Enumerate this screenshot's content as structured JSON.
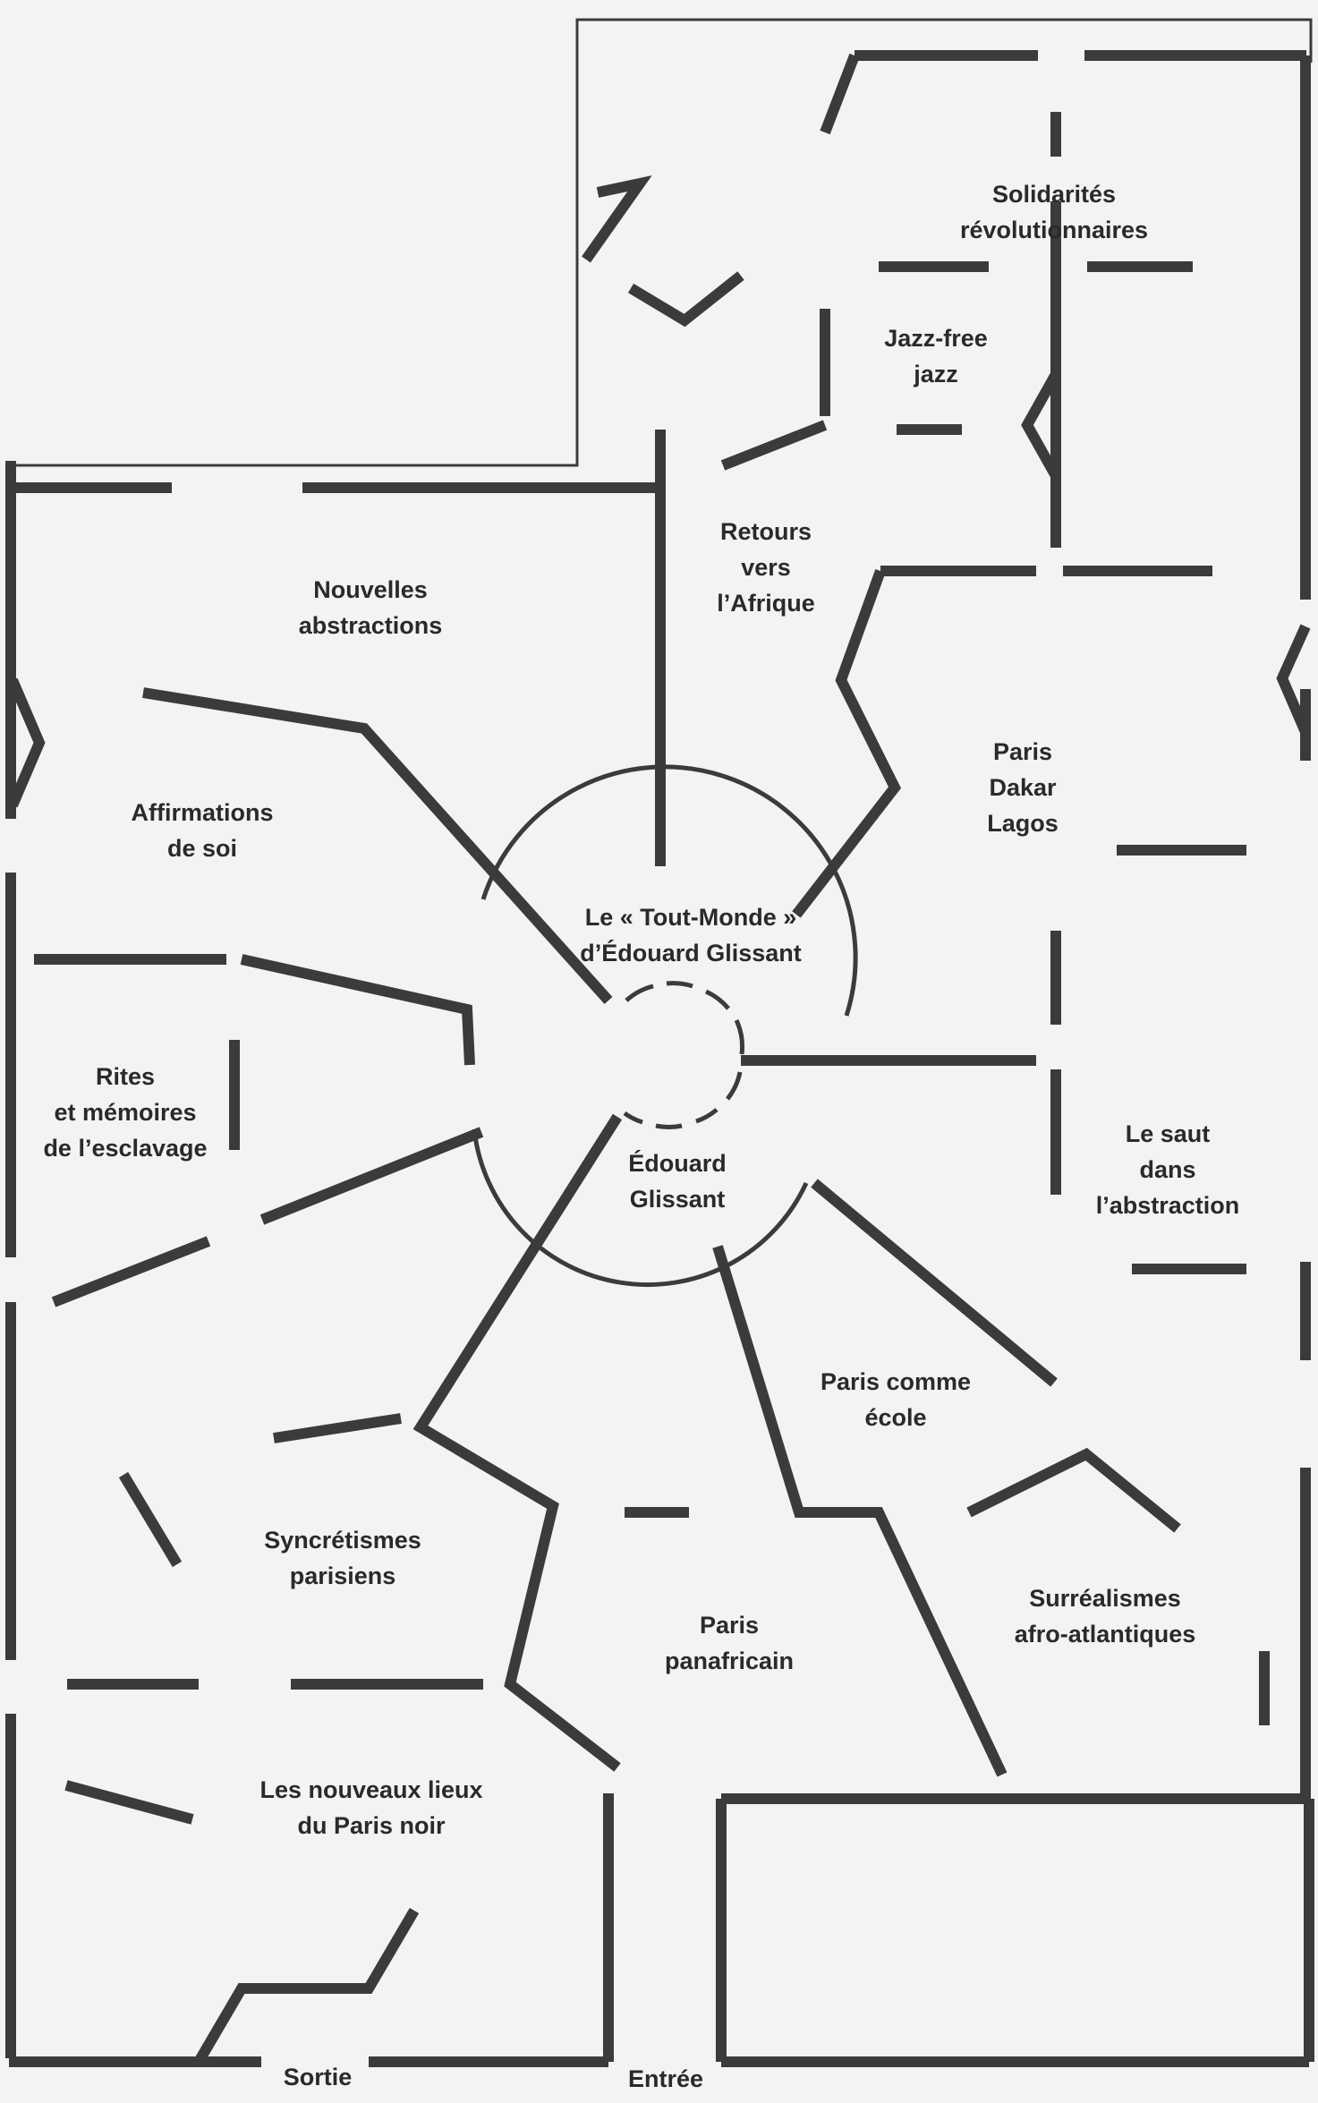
{
  "rooms": {
    "solidarites": [
      "Solidarités",
      "révolutionnaires"
    ],
    "jazz_free": [
      "Jazz-free",
      "jazz"
    ],
    "retours": [
      "Retours",
      "vers",
      "l’Afrique"
    ],
    "nouvelles_abstractions": [
      "Nouvelles",
      "abstractions"
    ],
    "affirmations": [
      "Affirmations",
      "de soi"
    ],
    "paris_dakar": [
      "Paris",
      "Dakar",
      "Lagos"
    ],
    "tout_monde": [
      "Le « Tout-Monde »",
      "d’Édouard Glissant"
    ],
    "rites": [
      "Rites",
      "et mémoires",
      "de l’esclavage"
    ],
    "edouard": [
      "Édouard",
      "Glissant"
    ],
    "saut": [
      "Le saut",
      "dans",
      "l’abstraction"
    ],
    "ecole": [
      "Paris comme",
      "école"
    ],
    "syncretismes": [
      "Syncrétismes",
      "parisiens"
    ],
    "panafricain": [
      "Paris",
      "panafricain"
    ],
    "surrealismes": [
      "Surréalismes",
      "afro-atlantiques"
    ],
    "nouveaux_lieux": [
      "Les nouveaux lieux",
      "du Paris noir"
    ]
  },
  "doors": {
    "sortie": "Sortie",
    "entree": "Entrée"
  },
  "colors": {
    "wall": "#3b3b3b",
    "background": "#f3f3f1",
    "text": "#2a2a2a"
  }
}
